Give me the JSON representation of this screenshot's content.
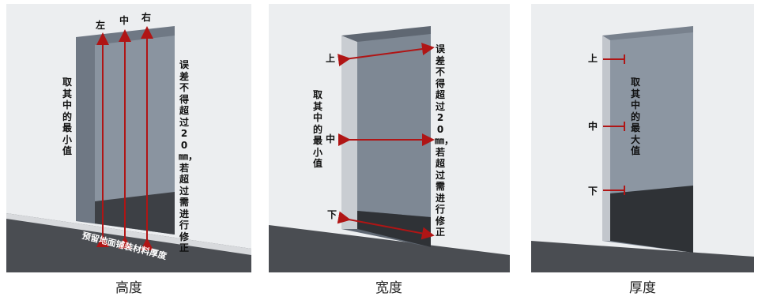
{
  "panels": [
    {
      "caption": "高度",
      "markers": {
        "left": "左",
        "middle": "中",
        "right": "右"
      },
      "note_min": "取其中的最小值",
      "note_error": "误差不得超过20㎜，若超过需进行修正",
      "floor_note": "预留地面铺装材料厚度"
    },
    {
      "caption": "宽度",
      "markers": {
        "top": "上",
        "middle": "中",
        "bottom": "下"
      },
      "note_min": "取其中的最小值",
      "note_error": "误差不得超过20㎜，若超过需进行修正"
    },
    {
      "caption": "厚度",
      "markers": {
        "top": "上",
        "middle": "中",
        "bottom": "下"
      },
      "note_max": "取其中的最大值"
    }
  ],
  "colors": {
    "arrow": "#b01515",
    "wall": "#ecedef",
    "floor": "#4a4d52"
  }
}
